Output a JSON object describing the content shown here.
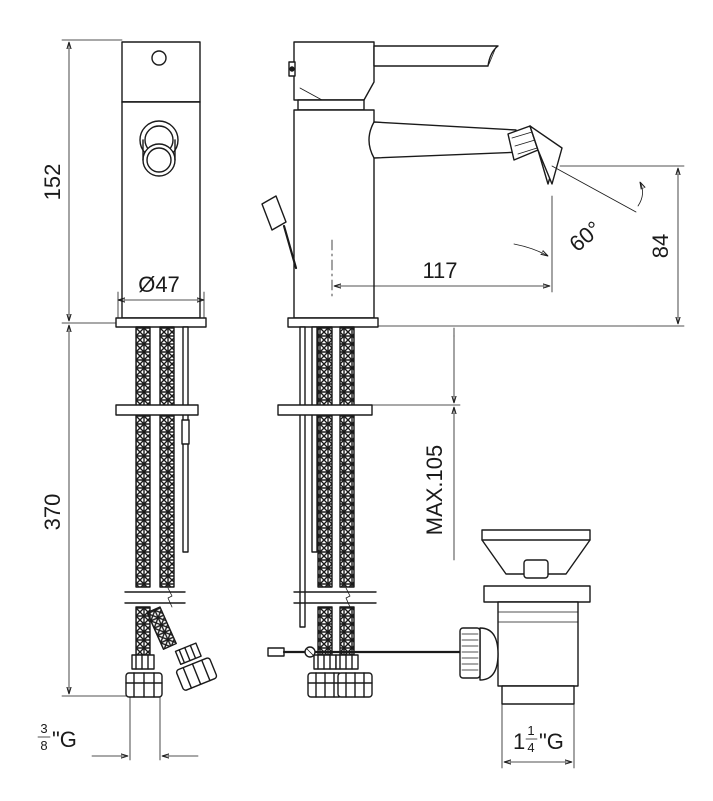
{
  "dimensions": {
    "height_tap": "152",
    "diameter_base": "Ø47",
    "height_hoses": "370",
    "thread_hoses": "\"G",
    "thread_hoses_frac_num": "3",
    "thread_hoses_frac_den": "8",
    "spout_reach": "117",
    "spout_angle": "60°",
    "spout_height": "84",
    "max_deck_thickness": "MAX.105",
    "waste_thread_whole": "1",
    "waste_thread_frac_num": "1",
    "waste_thread_frac_den": "4",
    "waste_thread_unit": "\"G"
  }
}
